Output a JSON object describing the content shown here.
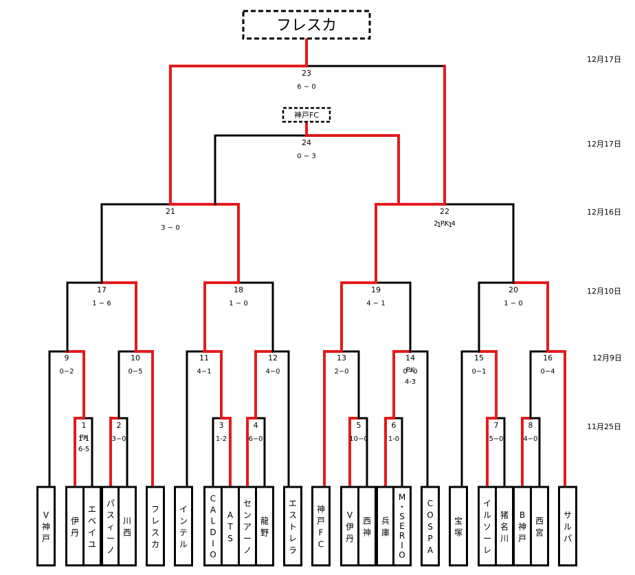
{
  "champion": "フレスカ",
  "third_place_winner": "神戸FC",
  "dates": [
    "12月17日",
    "12月17日",
    "12月16日",
    "12月10日",
    "12月9日",
    "11月25日"
  ],
  "teams": [
    {
      "id": "t1",
      "name": "V神戸"
    },
    {
      "id": "t2",
      "name": "伊丹"
    },
    {
      "id": "t3",
      "name": "エベイユ"
    },
    {
      "id": "t4",
      "name": "パスィーノ"
    },
    {
      "id": "t5",
      "name": "川西"
    },
    {
      "id": "t6",
      "name": "フレスカ"
    },
    {
      "id": "t7",
      "name": "インテル"
    },
    {
      "id": "t8",
      "name": "CALDIO"
    },
    {
      "id": "t9",
      "name": "ATS"
    },
    {
      "id": "t10",
      "name": "センアーノ"
    },
    {
      "id": "t11",
      "name": "龍野"
    },
    {
      "id": "t12",
      "name": "エストレラ"
    },
    {
      "id": "t13",
      "name": "神戸FC"
    },
    {
      "id": "t14",
      "name": "V伊丹"
    },
    {
      "id": "t15",
      "name": "西神"
    },
    {
      "id": "t16",
      "name": "兵庫"
    },
    {
      "id": "t17",
      "name": "M・SERIO"
    },
    {
      "id": "t18",
      "name": "COSPA"
    },
    {
      "id": "t19",
      "name": "宝塚"
    },
    {
      "id": "t20",
      "name": "イルソーレ"
    },
    {
      "id": "t21",
      "name": "猪名川"
    },
    {
      "id": "t22",
      "name": "B神戸"
    },
    {
      "id": "t23",
      "name": "西宮"
    },
    {
      "id": "t24",
      "name": "サルパ"
    }
  ],
  "matches": [
    {
      "no": "1",
      "score": [
        "1-1",
        "PK",
        "6-5"
      ]
    },
    {
      "no": "2",
      "score": [
        "3−0"
      ]
    },
    {
      "no": "3",
      "score": [
        "1-2"
      ]
    },
    {
      "no": "4",
      "score": [
        "6−0"
      ]
    },
    {
      "no": "5",
      "score": [
        "10−0"
      ]
    },
    {
      "no": "6",
      "score": [
        "1-0"
      ]
    },
    {
      "no": "7",
      "score": [
        "5−0"
      ]
    },
    {
      "no": "8",
      "score": [
        "4−0"
      ]
    },
    {
      "no": "9",
      "score": [
        "0−2"
      ]
    },
    {
      "no": "10",
      "score": [
        "0−5"
      ]
    },
    {
      "no": "11",
      "score": [
        "4−1"
      ]
    },
    {
      "no": "12",
      "score": [
        "4−0"
      ]
    },
    {
      "no": "13",
      "score": [
        "2−0"
      ]
    },
    {
      "no": "14",
      "score": [
        "0−0",
        "PK",
        "4-3"
      ]
    },
    {
      "no": "15",
      "score": [
        "0−1"
      ]
    },
    {
      "no": "16",
      "score": [
        "0−4"
      ]
    },
    {
      "no": "17",
      "score": [
        "1 − 6"
      ]
    },
    {
      "no": "18",
      "score": [
        "1 − 0"
      ]
    },
    {
      "no": "19",
      "score": [
        "4 − 1"
      ]
    },
    {
      "no": "20",
      "score": [
        "1 − 0"
      ]
    },
    {
      "no": "21",
      "score": [
        "3 − 0"
      ]
    },
    {
      "no": "22",
      "score": [
        "1  -  1",
        "2  PK  4"
      ]
    },
    {
      "no": "23",
      "score": [
        "6 − 0"
      ]
    },
    {
      "no": "24",
      "score": [
        "0 − 3"
      ]
    }
  ],
  "colors": {
    "win": "#e41a1c",
    "lose": "#000000"
  }
}
